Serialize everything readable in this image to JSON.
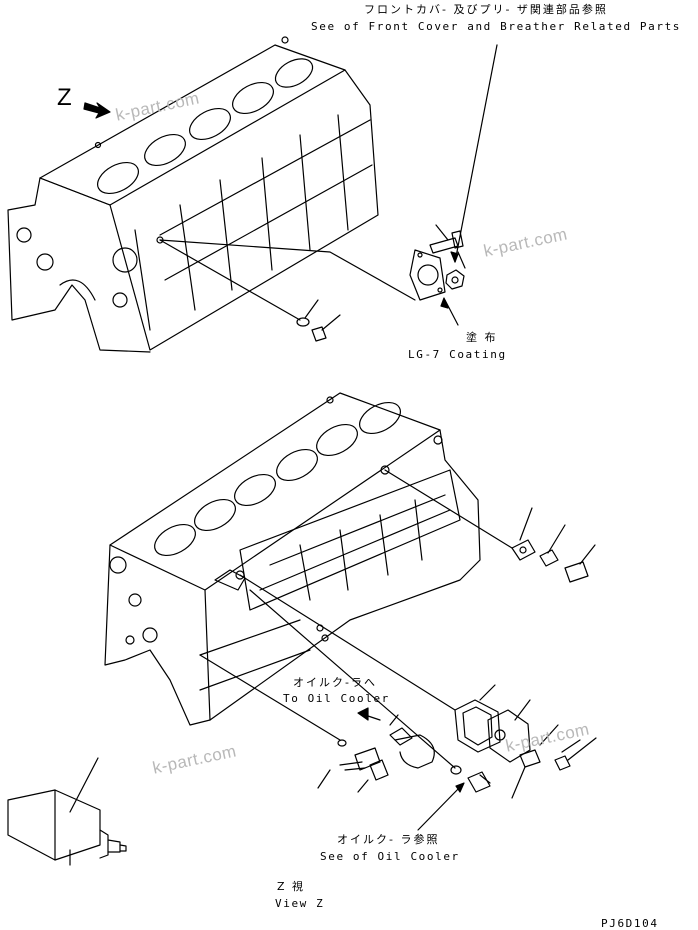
{
  "labels": {
    "front_cover_jp": "フロントカバ- 及びプリ- ザ関連部品参照",
    "front_cover_en": "See of Front Cover and Breather Related Parts",
    "coating_jp": "塗 布",
    "coating_en": "LG-7 Coating",
    "to_oil_cooler_jp": "オイルク-ラへ",
    "to_oil_cooler_en": "To Oil Cooler",
    "see_oil_cooler_jp": "オイルク- ラ参照",
    "see_oil_cooler_en": "See of Oil Cooler",
    "view_jp": "Z  視",
    "view_en": "View Z",
    "view_marker": "Z",
    "drawing_code": "PJ6D104"
  },
  "watermarks": [
    "k-part.com",
    "k-part.com",
    "k-part.com",
    "k-part.com"
  ],
  "colors": {
    "line": "#000000",
    "watermark": "#b8b8b8",
    "background": "#ffffff"
  }
}
